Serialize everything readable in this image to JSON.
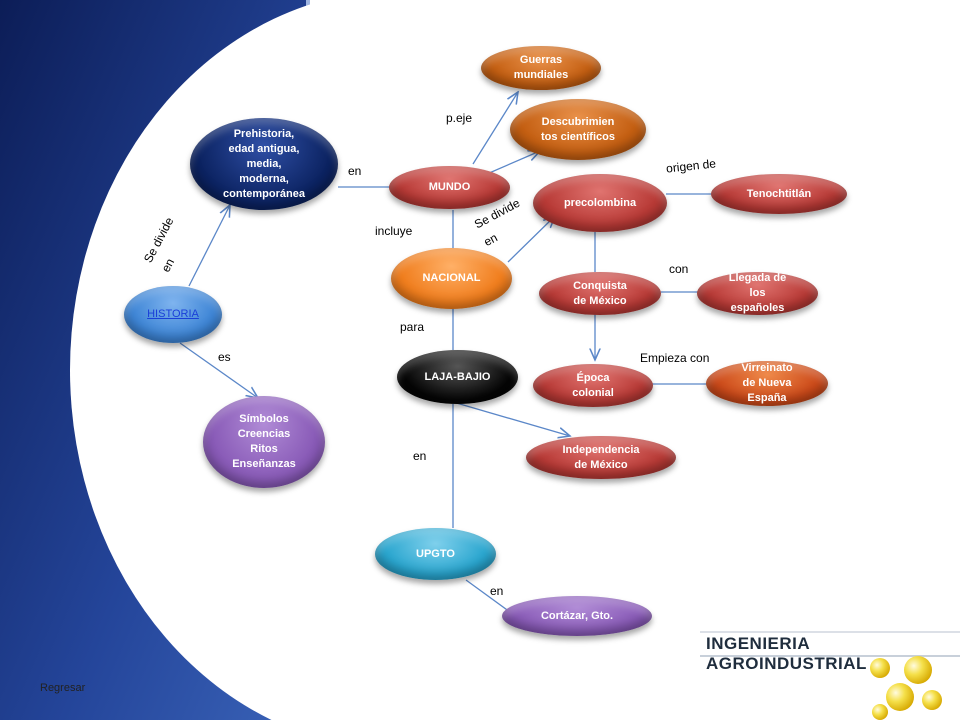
{
  "nodes": {
    "historia": "HISTORIA",
    "prehistoria": "Prehistoria,\nedad antigua,\nmedia,\nmoderna,\ncontemporánea",
    "simbolos": "Símbolos\nCreencias\nRitos\nEnseñanzas",
    "mundo": "MUNDO",
    "guerras": "Guerras\nmundiales",
    "descubrimientos": "Descubrimien\ntos científicos",
    "nacional": "NACIONAL",
    "precolombina": "precolombina",
    "tenochtitlan": "Tenochtitlán",
    "conquista": "Conquista\nde México",
    "llegada": "Llegada de\nlos\nespañoles",
    "epoca": "Época\ncolonial",
    "virreinato": "Virreinato\nde Nueva\nEspaña",
    "independencia": "Independencia\nde México",
    "laja": "LAJA-BAJIO",
    "upgto": "UPGTO",
    "cortazar": "Cortázar, Gto."
  },
  "labels": {
    "se_divide_en_1": "Se divide\nen",
    "es": "es",
    "en_1": "en",
    "peje": "p.eje",
    "incluye": "incluye",
    "se_divide_en_2": "Se divide\nen",
    "origen_de": "origen de",
    "con": "con",
    "para": "para",
    "empieza_con": "Empieza con",
    "en_2": "en",
    "en_3": "en"
  },
  "colors": {
    "navy": "#0b2260",
    "blue_node": "#3f86d6",
    "purple": "#8a5cb8",
    "red": "#b83a36",
    "orange_brown": "#c45f12",
    "orange": "#f07e1e",
    "black_node": "#050505",
    "cyan": "#2aa6cf",
    "edge": "#5b87c8",
    "brand_text": "#1f2d3d"
  },
  "brand": "INGENIERIA AGROINDUSTRIAL",
  "footer": {
    "regresar": "Regresar"
  }
}
